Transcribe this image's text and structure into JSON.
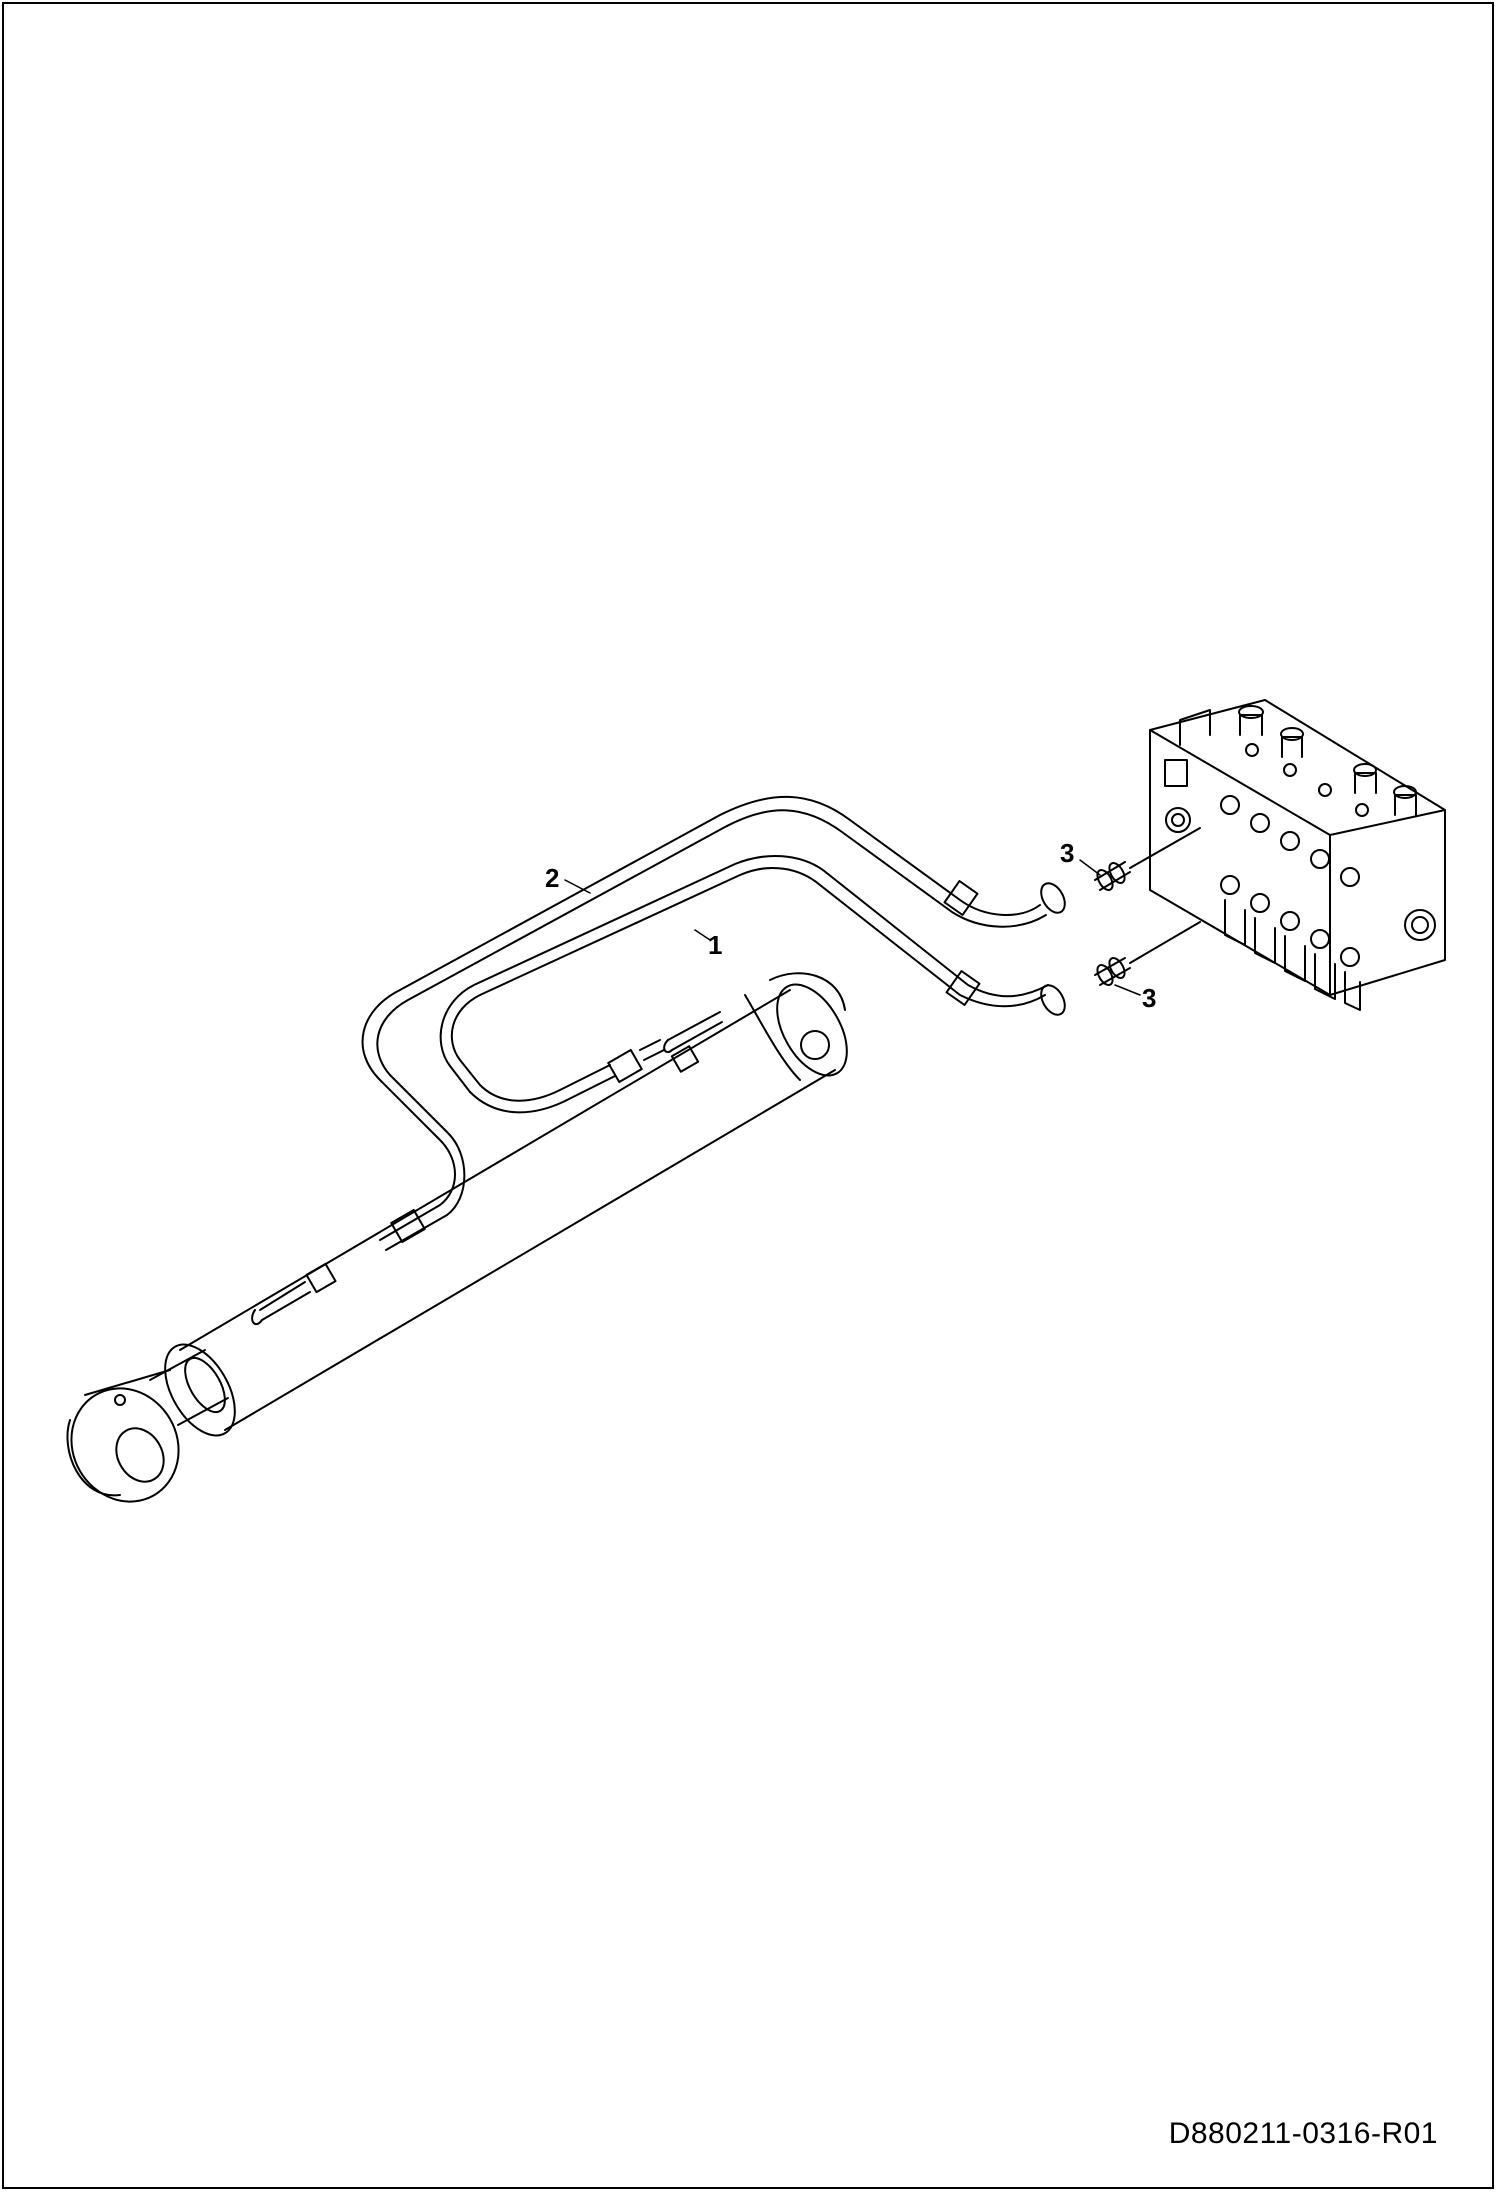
{
  "diagram": {
    "callouts": {
      "hose_1": "1",
      "hose_2": "2",
      "fitting_upper": "3",
      "fitting_lower": "3"
    },
    "document_number": "D880211-0316-R01"
  }
}
